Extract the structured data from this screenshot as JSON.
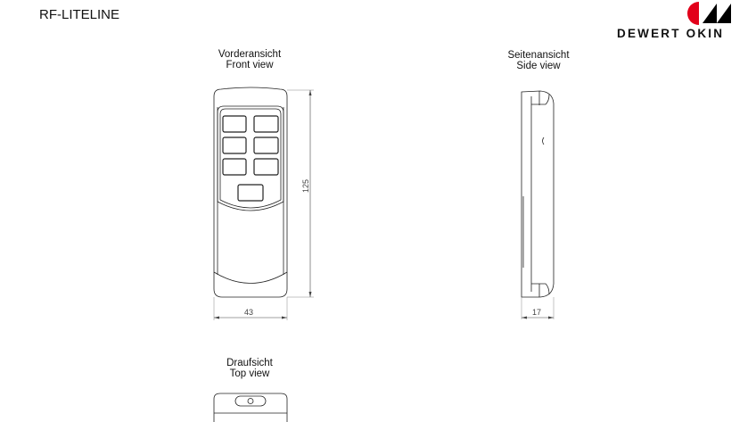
{
  "title": "RF-LITELINE",
  "brand": {
    "name": "DEWERT OKIN",
    "accent": "#e2001a"
  },
  "views": {
    "front": {
      "label_de": "Vorderansicht",
      "label_en": "Front view",
      "height_dim": "125",
      "width_dim": "43"
    },
    "side": {
      "label_de": "Seitenansicht",
      "label_en": "Side view",
      "depth_dim": "17"
    },
    "top": {
      "label_de": "Draufsicht",
      "label_en": "Top view"
    }
  }
}
